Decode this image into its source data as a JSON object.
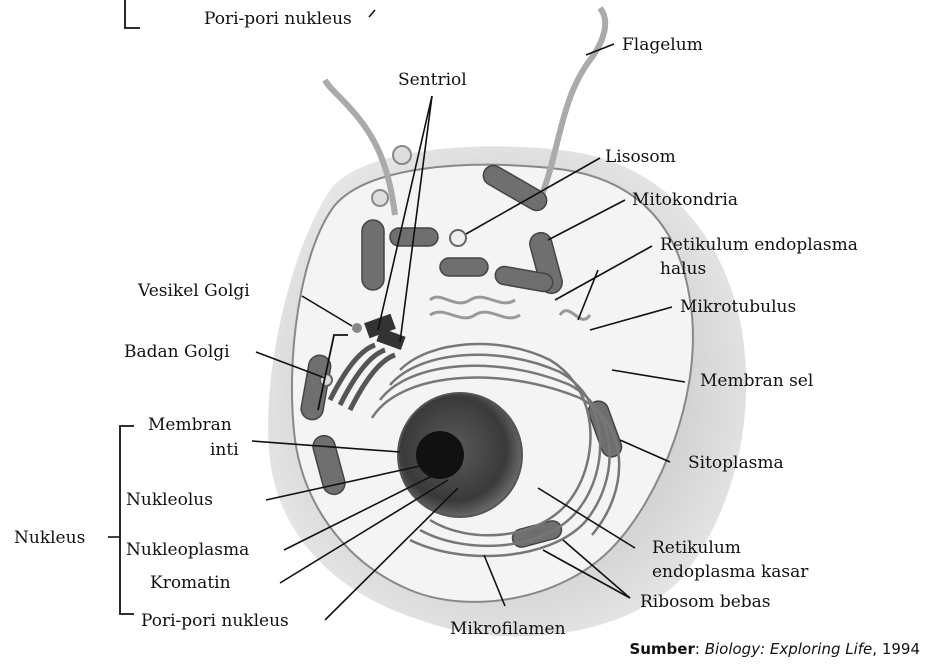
{
  "labels": {
    "pori_top": "Pori-pori nukleus",
    "flagelum": "Flagelum",
    "sentriol": "Sentriol",
    "lisosom": "Lisosom",
    "mitokondria": "Mitokondria",
    "ret_halus_1": "Retikulum endoplasma",
    "ret_halus_2": "halus",
    "vesikel_golgi": "Vesikel Golgi",
    "mikrotubulus": "Mikrotubulus",
    "badan_golgi": "Badan Golgi",
    "membran_sel": "Membran sel",
    "membran_inti_1": "Membran",
    "membran_inti_2": "inti",
    "sitoplasma": "Sitoplasma",
    "nukleolus": "Nukleolus",
    "nukleus": "Nukleus",
    "nukleoplasma": "Nukleoplasma",
    "ret_kasar_1": "Retikulum",
    "ret_kasar_2": "endoplasma kasar",
    "kromatin": "Kromatin",
    "ribosom": "Ribosom bebas",
    "pori_bottom": "Pori-pori nukleus",
    "mikrofilamen": "Mikrofilamen"
  },
  "source": {
    "prefix": "Sumber",
    "separator": ": ",
    "title": "Biology: Exploring Life",
    "year": ", 1994"
  }
}
